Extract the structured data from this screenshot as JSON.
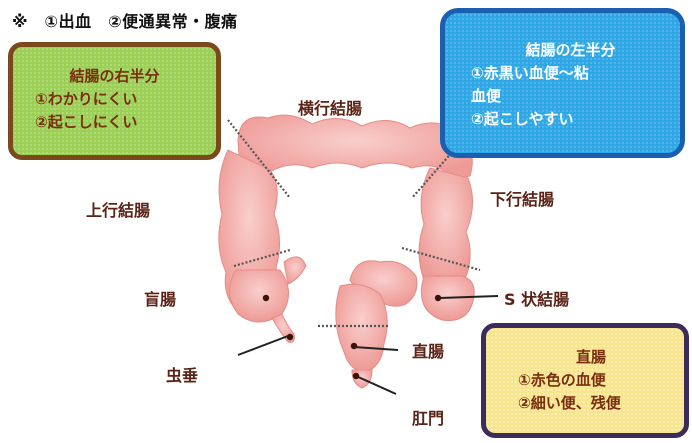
{
  "header": "※　①出血　②便通異常・腹痛",
  "boxes": {
    "right_colon": {
      "title": "結腸の右半分",
      "line1": "①わかりにくい",
      "line2": "②起こしにくい"
    },
    "left_colon": {
      "title": "結腸の左半分",
      "line1": "①赤黒い血便～粘",
      "line2": "血便",
      "line3": "②起こしやすい"
    },
    "rectum": {
      "title": "直腸",
      "line1": "①赤色の血便",
      "line2": "②細い便、残便"
    }
  },
  "labels": {
    "transverse": "横行結腸",
    "ascending": "上行結腸",
    "descending": "下行結腸",
    "cecum": "盲腸",
    "sigmoid": "S 状結腸",
    "appendix": "虫垂",
    "rectum": "直腸",
    "anus": "肛門"
  },
  "colors": {
    "colon_fill": "#f2a8a4",
    "colon_light": "#f8c9c6",
    "label_text": "#5b2316"
  }
}
